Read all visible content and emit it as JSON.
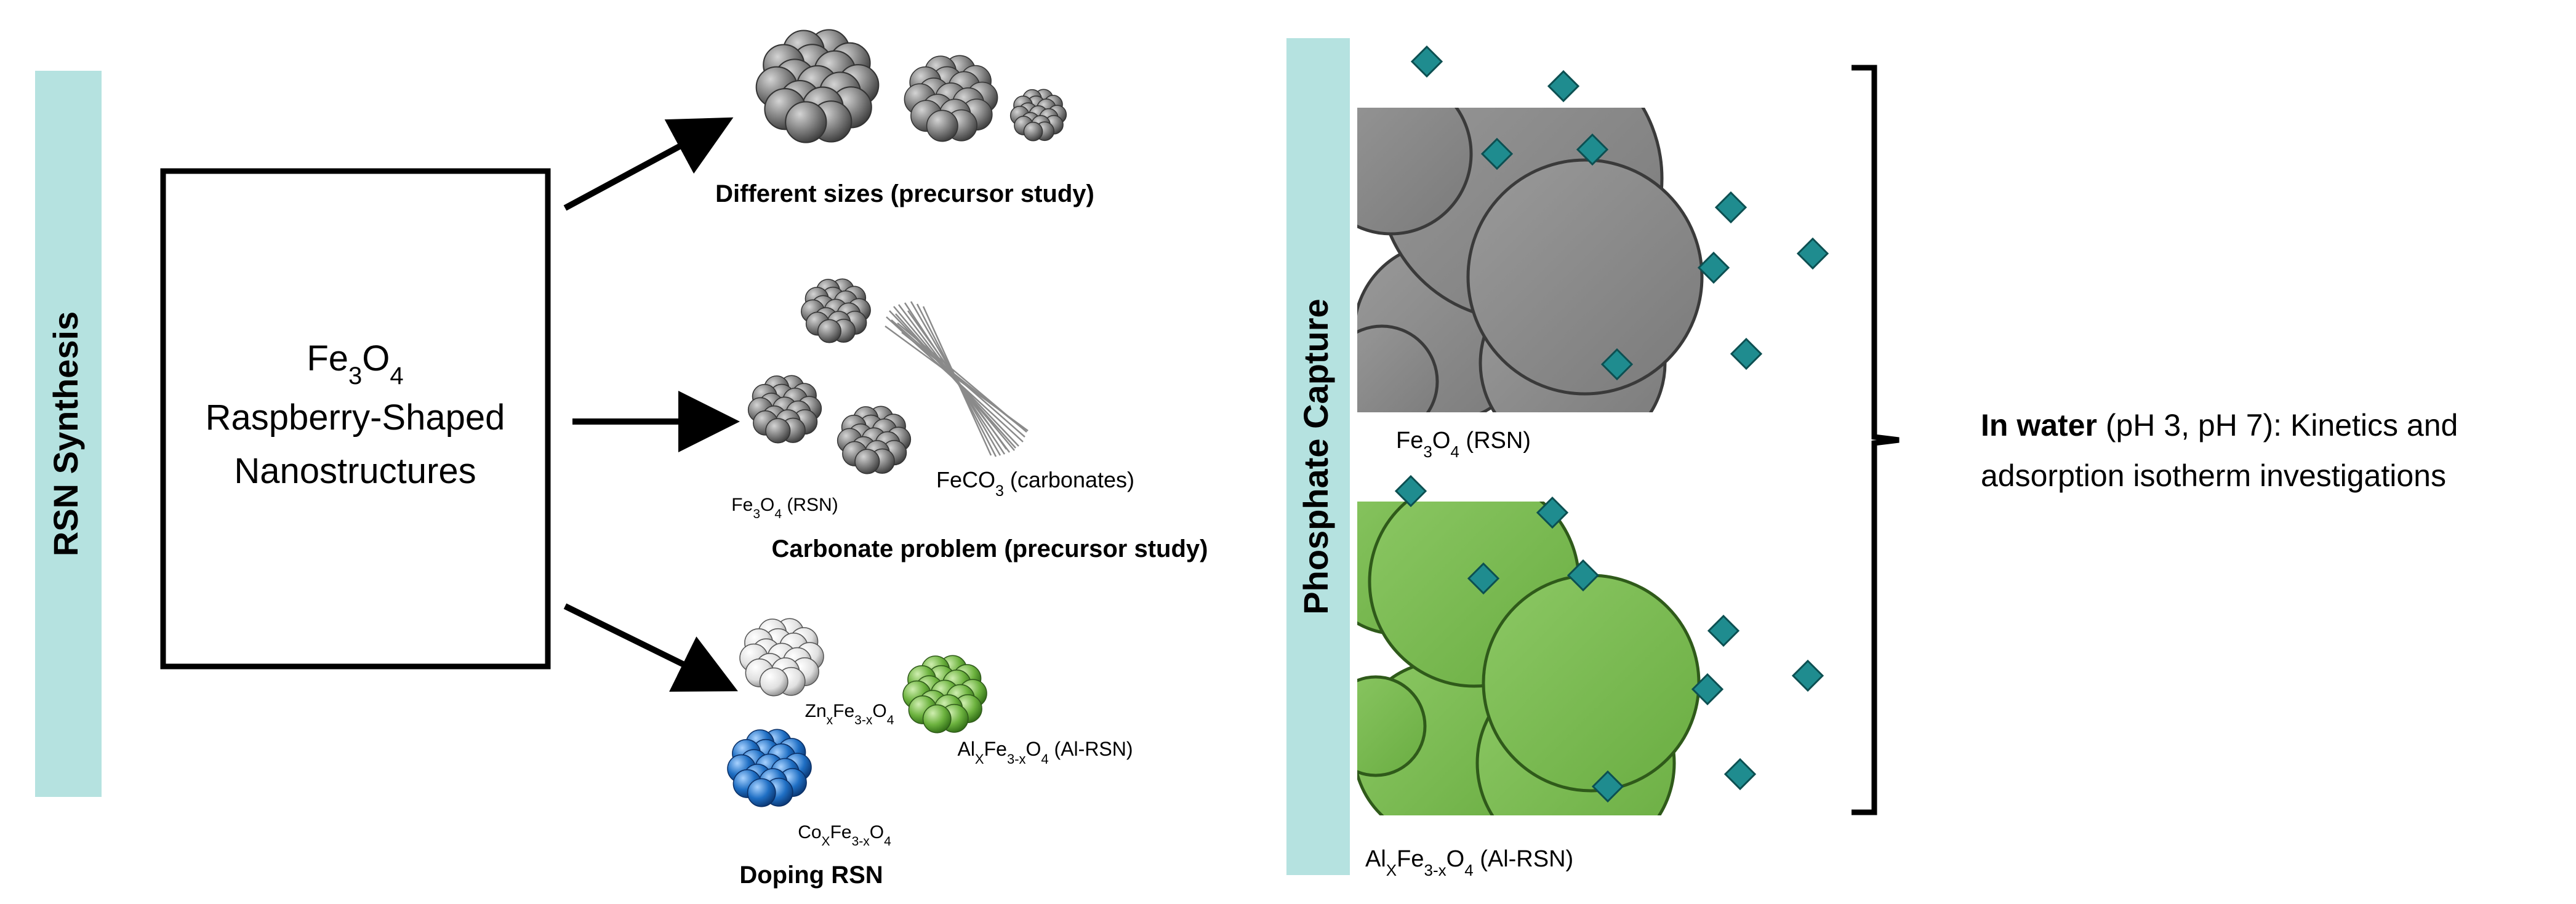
{
  "left_bar": {
    "label": "RSN Synthesis",
    "color": "#b5e2e0"
  },
  "center_box": {
    "formula": {
      "base1": "Fe",
      "sub1": "3",
      "base2": "O",
      "sub2": "4"
    },
    "line2": "Raspberry-Shaped",
    "line3": "Nanostructures"
  },
  "branches": {
    "sizes": {
      "caption": "Different sizes (precursor study)"
    },
    "carbonate": {
      "caption": "Carbonate problem (precursor study)",
      "rsn_label": {
        "base1": "Fe",
        "sub1": "3",
        "base2": "O",
        "sub2": "4",
        "suffix": " (RSN)"
      },
      "carbonate_label": {
        "base1": "FeCO",
        "sub1": "3",
        "suffix": " (carbonates)"
      }
    },
    "doping": {
      "caption": "Doping RSN",
      "zn_label": {
        "b1": "Zn",
        "s1": "x",
        "b2": "Fe",
        "s2": "3-x",
        "b3": "O",
        "s3": "4"
      },
      "al_label": {
        "b1": "Al",
        "s1": "X",
        "b2": "Fe",
        "s2": "3-x",
        "b3": "O",
        "s3": "4",
        "suffix": " (Al-RSN)"
      },
      "co_label": {
        "b1": "Co",
        "s1": "X",
        "b2": "Fe",
        "s2": "3-x",
        "b3": "O",
        "s3": "4"
      }
    }
  },
  "right_bar": {
    "label": "Phosphate Capture",
    "color": "#b5e2e0"
  },
  "panels": {
    "top": {
      "label": {
        "base1": "Fe",
        "sub1": "3",
        "base2": "O",
        "sub2": "4",
        "suffix": " (RSN)"
      },
      "fill": "#8a8a8a"
    },
    "bottom": {
      "label": {
        "b1": "Al",
        "s1": "X",
        "b2": "Fe",
        "s2": "3-x",
        "b3": "O",
        "s3": "4",
        "suffix": " (Al-RSN)"
      },
      "fill": "#79b94f"
    }
  },
  "conclusion": {
    "bold": "In water",
    "rest1": " (pH 3, pH 7): Kinetics and",
    "line2": "adsorption isotherm investigations"
  },
  "colors": {
    "teal_diamond": "#1f8c8f",
    "gray_sphere": "#7c7c7c",
    "green_sphere": "#6db33f",
    "blue_sphere": "#1f6fc4",
    "white_sphere": "#e2e2e2"
  }
}
